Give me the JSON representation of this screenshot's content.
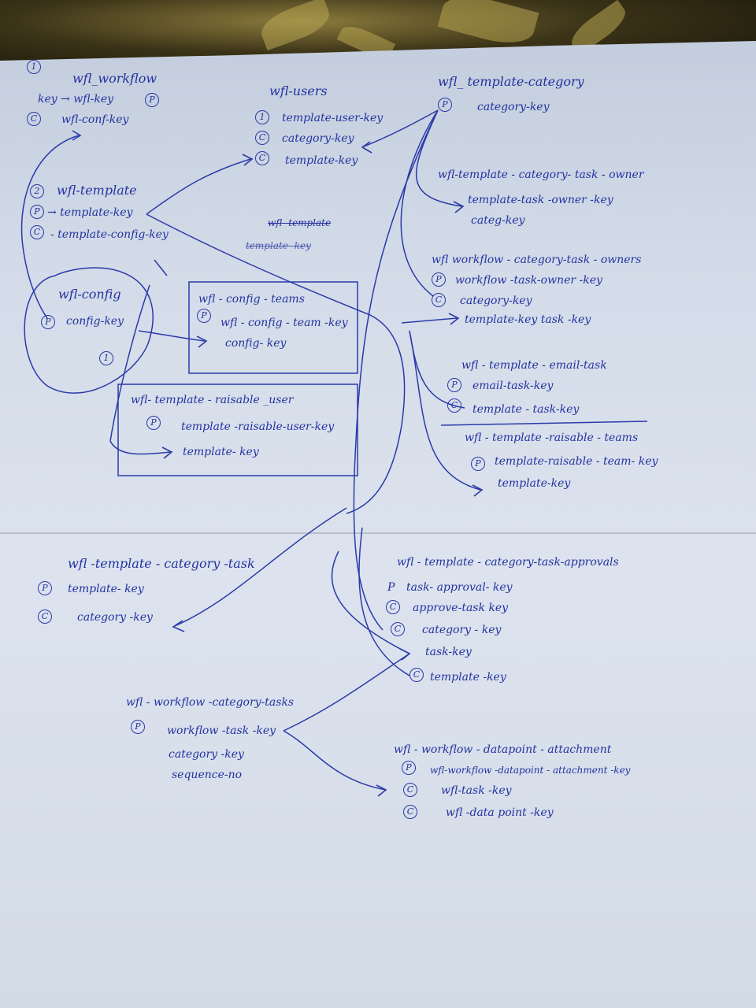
{
  "tables": [
    {
      "id": "wfl-workflow",
      "title": "wfl_workflow",
      "badge": "1",
      "lines": [
        {
          "text": "key → wfl-key",
          "mark": "P"
        },
        {
          "text": "wfl-conf-key",
          "mark": "C"
        }
      ]
    },
    {
      "id": "wfl-users",
      "title": "wfl-users",
      "lines": [
        {
          "text": "template-user-key",
          "mark": "1"
        },
        {
          "text": "category-key",
          "mark": "C"
        },
        {
          "text": "template-key",
          "mark": "C"
        }
      ]
    },
    {
      "id": "wfl-template-category",
      "title": "wfl_ template-category",
      "lines": [
        {
          "text": "category-key",
          "mark": "P"
        }
      ]
    },
    {
      "id": "wfl-template",
      "title": "wfl-template",
      "badge": "2",
      "lines": [
        {
          "text": "→ template-key",
          "mark": "P"
        },
        {
          "text": "- template-config-key",
          "mark": "C"
        }
      ]
    },
    {
      "id": "wfl-template-category-task-owner",
      "title": "wfl-template - category- task - owner",
      "lines": [
        {
          "text": "template-task -owner -key"
        },
        {
          "text": "categ-key"
        }
      ]
    },
    {
      "id": "wfl-workflow-category-task-owners",
      "title": "wfl workflow - category-task - owners",
      "lines": [
        {
          "text": "workflow -task-owner -key",
          "mark": "P"
        },
        {
          "text": "category-key",
          "mark": "C"
        },
        {
          "text": "template-key task -key"
        }
      ]
    },
    {
      "id": "wfl-config",
      "title": "wfl-config",
      "lines": [
        {
          "text": "config-key",
          "mark": "P"
        }
      ],
      "badge": "1"
    },
    {
      "id": "wfl-config-teams",
      "title": "wfl - config - teams",
      "lines": [
        {
          "text": "wfl - config - team -key",
          "mark": "P"
        },
        {
          "text": "config- key"
        }
      ]
    },
    {
      "id": "wfl-template-email-task",
      "title": "wfl - template - email-task",
      "lines": [
        {
          "text": "email-task-key",
          "mark": "P"
        },
        {
          "text": "template - task-key",
          "mark": "C"
        }
      ]
    },
    {
      "id": "wfl-template-raisable-user",
      "title": "wfl- template - raisable _user",
      "lines": [
        {
          "text": "template -raisable-user-key",
          "mark": "P"
        },
        {
          "text": "template- key"
        }
      ]
    },
    {
      "id": "wfl-template-raisable-teams",
      "title": "wfl - template -raisable - teams",
      "lines": [
        {
          "text": "template-raisable - team- key",
          "mark": "P"
        },
        {
          "text": "template-key"
        }
      ]
    },
    {
      "id": "wfl-template-category-task",
      "title": "wfl -template - category -task",
      "lines": [
        {
          "text": "template- key",
          "mark": "P"
        },
        {
          "text": "category -key",
          "mark": "C"
        }
      ]
    },
    {
      "id": "wfl-template-category-task-approvals",
      "title": "wfl - template - category-task-approvals",
      "lines": [
        {
          "text": "task- approval- key",
          "mark": "P"
        },
        {
          "text": "approve-task key",
          "mark": "C"
        },
        {
          "text": "category - key",
          "mark": "C"
        },
        {
          "text": "task-key"
        },
        {
          "text": "template -key",
          "mark": "C"
        }
      ]
    },
    {
      "id": "wfl-workflow-category-tasks",
      "title": "wfl - workflow -category-tasks",
      "lines": [
        {
          "text": "workflow -task -key",
          "mark": "P"
        },
        {
          "text": "category -key"
        },
        {
          "text": "sequence-no"
        }
      ]
    },
    {
      "id": "wfl-workflow-datapoint-attachment",
      "title": "wfl - workflow - datapoint - attachment",
      "lines": [
        {
          "text": "wfl-workflow -datapoint - attachment -key",
          "mark": "P"
        },
        {
          "text": "wfl-task -key",
          "mark": "C"
        },
        {
          "text": "wfl -data point -key",
          "mark": "C"
        }
      ]
    }
  ],
  "struck": {
    "title": "wfl- template",
    "line": "template -key"
  }
}
